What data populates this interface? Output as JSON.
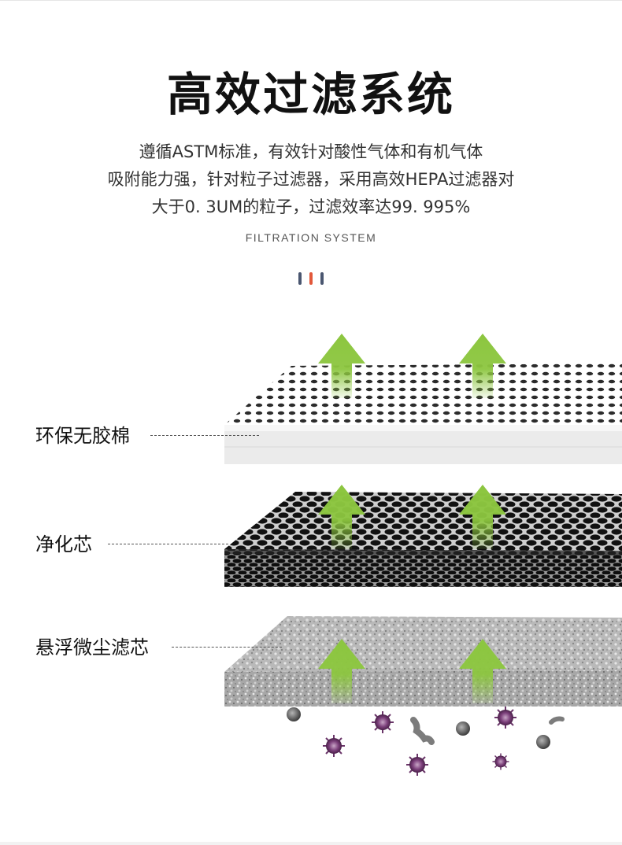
{
  "header": {
    "title": "高效过滤系统",
    "description_lines": [
      "遵循ASTM标准，有效针对酸性气体和有机气体",
      "吸附能力强，针对粒子过滤器，采用高效HEPA过滤器对",
      "大于0. 3UM的粒子，过滤效率达99. 995%"
    ],
    "subtitle": "FILTRATION SYSTEM"
  },
  "dots_colors": [
    "#4a5670",
    "#e2583a",
    "#4a5670"
  ],
  "layers": [
    {
      "label": "环保无胶棉",
      "material": "white-mesh-layer"
    },
    {
      "label": "净化芯",
      "material": "black-honeycomb-layer"
    },
    {
      "label": "悬浮微尘滤芯",
      "material": "gray-dust-filter-layer"
    }
  ],
  "colors": {
    "arrow_green": "#8cc63f",
    "particle_purple": "#7b3f7a",
    "particle_gray": "#6e6e6e"
  },
  "icons": [
    "airflow-arrow-icon",
    "virus-particle-icon",
    "dust-particle-icon"
  ]
}
